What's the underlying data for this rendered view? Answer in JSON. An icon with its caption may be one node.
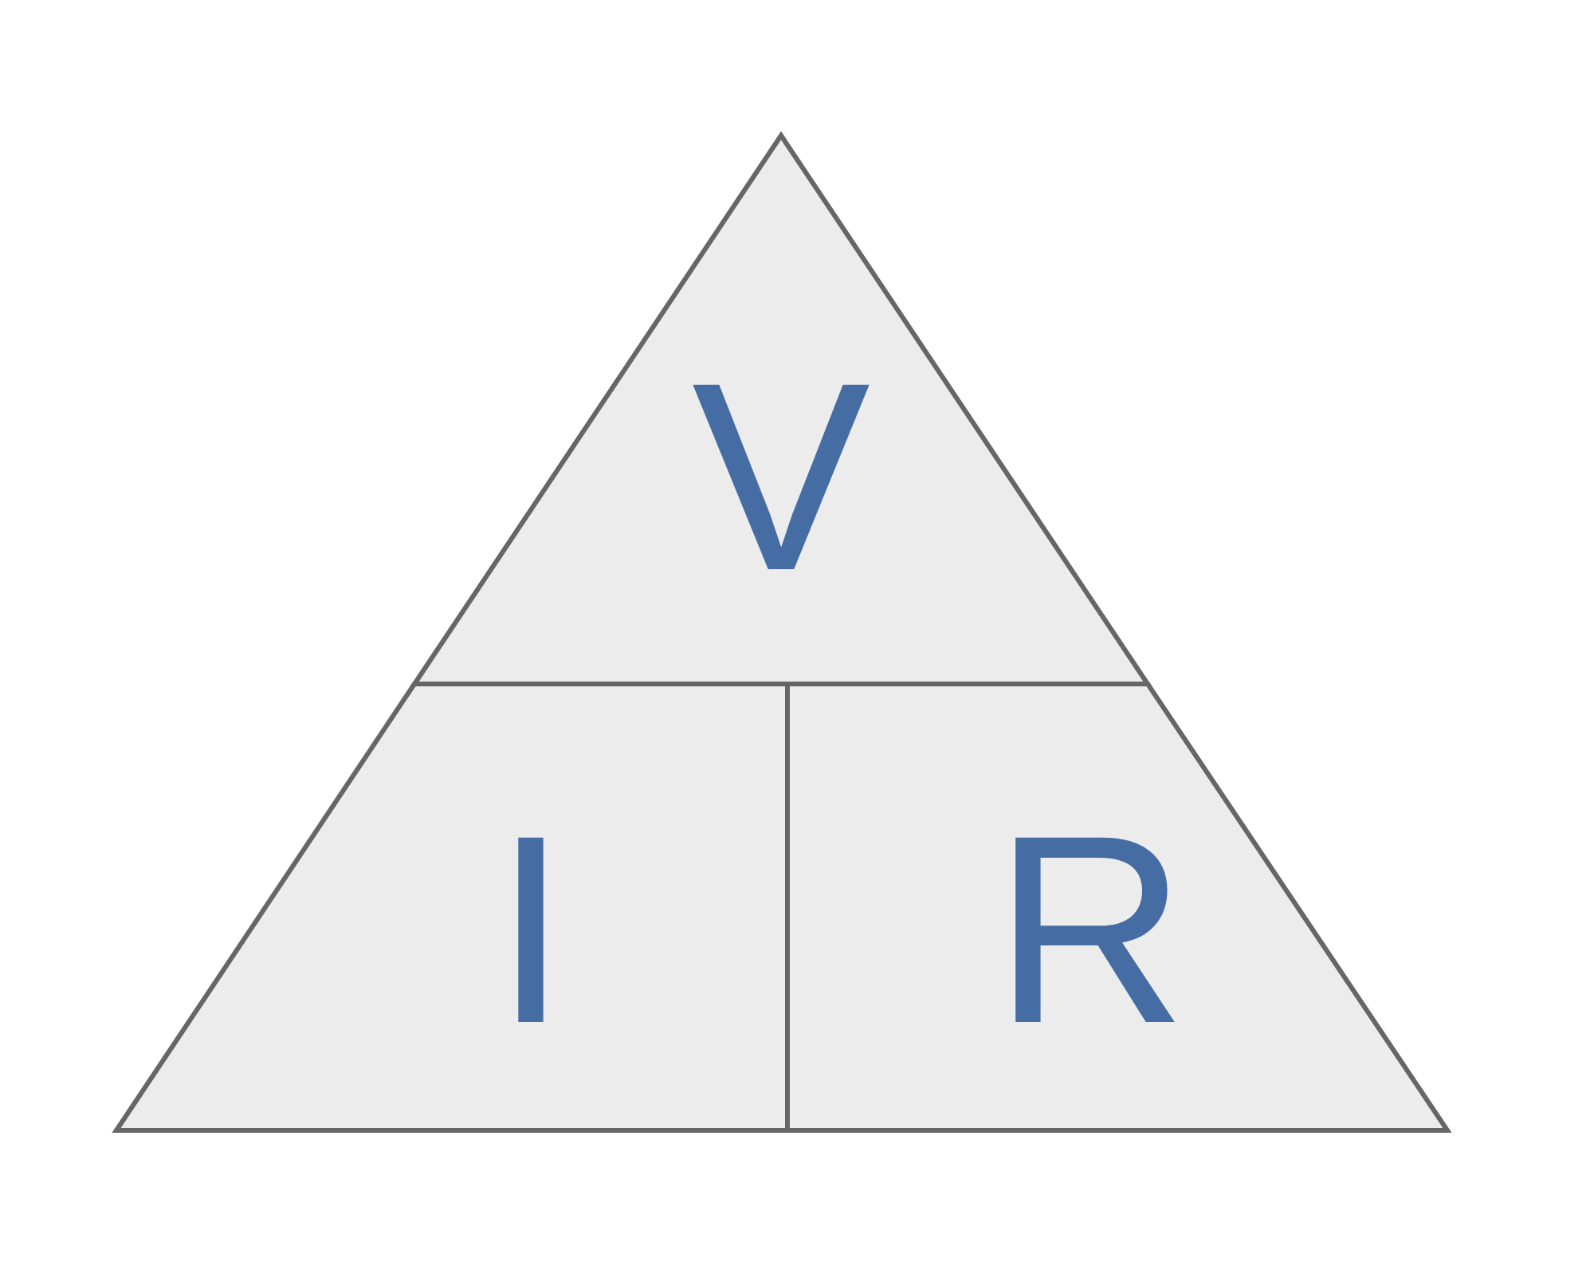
{
  "diagram": {
    "nodes": [
      {
        "text": [
          "V"
        ]
      },
      {
        "text": [
          "I"
        ]
      },
      {
        "text": [
          "R"
        ]
      }
    ],
    "edges": []
  }
}
